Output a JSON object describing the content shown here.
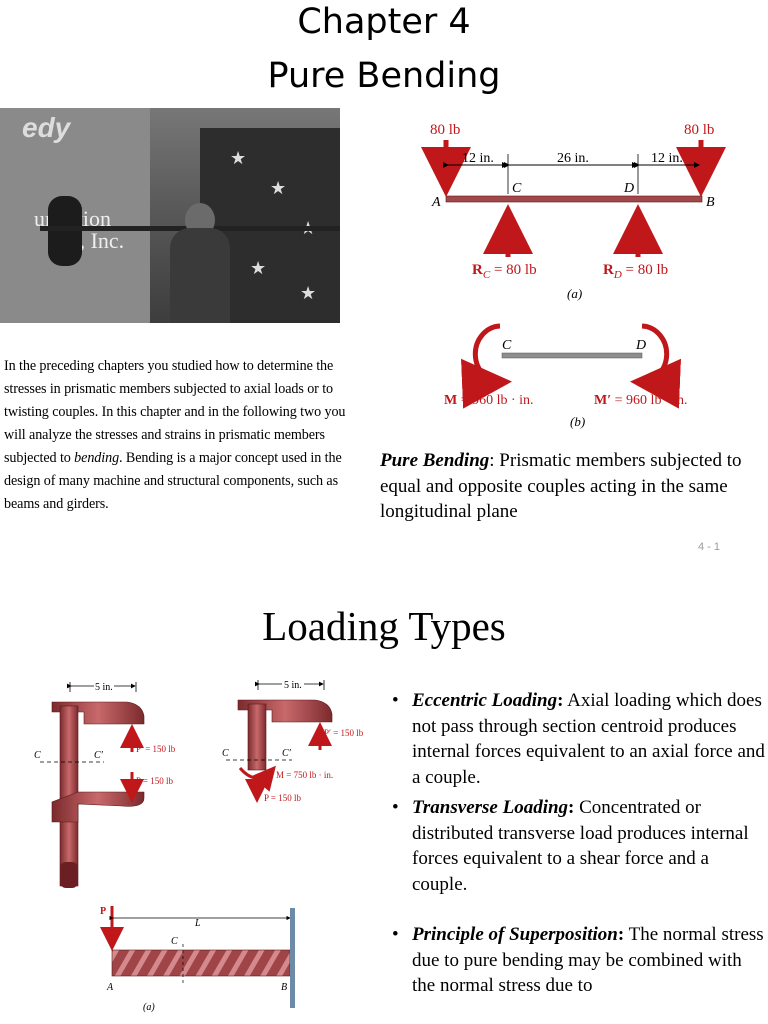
{
  "slide1": {
    "title_line1": "Chapter 4",
    "title_line2": "Pure Bending",
    "photo": {
      "logo_text": "edy",
      "banner_text": "undation",
      "banner_text2": "y, Inc."
    },
    "intro": {
      "part1": "In the preceding chapters you studied how to determine the stresses in prismatic members subjected to axial loads or to twisting couples. In this chapter and in the following two you will analyze the stresses and strains in prismatic members subjected to ",
      "emphasis": "bending",
      "part2": ". Bending is a major concept used in the design of many machine and structural components, such as beams and girders."
    },
    "figure_a": {
      "load_left": "80 lb",
      "load_right": "80 lb",
      "dim1": "12 in.",
      "dim2": "26 in.",
      "dim3": "12 in.",
      "pt_a": "A",
      "pt_b": "B",
      "pt_c": "C",
      "pt_d": "D",
      "rc_label": "R",
      "rc_sub": "C",
      "rc_val": " = 80 lb",
      "rd_label": "R",
      "rd_sub": "D",
      "rd_val": " = 80 lb",
      "caption": "(a)"
    },
    "figure_b": {
      "pt_c": "C",
      "pt_d": "D",
      "m_label": "M",
      "m_val": " = 960 lb · in.",
      "mp_label": "M′",
      "mp_val": " = 960 lb · in.",
      "caption": "(b)"
    },
    "pure_bending": {
      "term": "Pure Bending",
      "definition": ":  Prismatic members subjected to equal and opposite couples acting in the same longitudinal plane"
    },
    "page_number": "4 - 1"
  },
  "slide2": {
    "title": "Loading Types",
    "clamp1": {
      "dim": "5 in.",
      "p_prime": "P′ = 150 lb",
      "p": "P = 150 lb",
      "c": "C",
      "c_prime": "C′"
    },
    "clamp2": {
      "dim": "5 in.",
      "p_prime": "P′ = 150 lb",
      "m": "M = 750 lb · in.",
      "p": "P = 150 lb",
      "c": "C",
      "c_prime": "C′"
    },
    "beam": {
      "p": "P",
      "l": "L",
      "c": "C",
      "a": "A",
      "b": "B",
      "caption": "(a)"
    },
    "bullets": [
      {
        "term": "Eccentric Loading",
        "text": " Axial loading which does not pass through section centroid produces internal forces equivalent to an axial force and a couple."
      },
      {
        "term": "Transverse Loading",
        "text": " Concentrated or distributed transverse load produces internal forces equivalent to a shear force and a couple."
      },
      {
        "term": "Principle of Superposition",
        "text": " The normal stress due to pure bending may be combined with the normal stress due to"
      }
    ],
    "bullet_colon": ":",
    "bullet_char": "•"
  }
}
